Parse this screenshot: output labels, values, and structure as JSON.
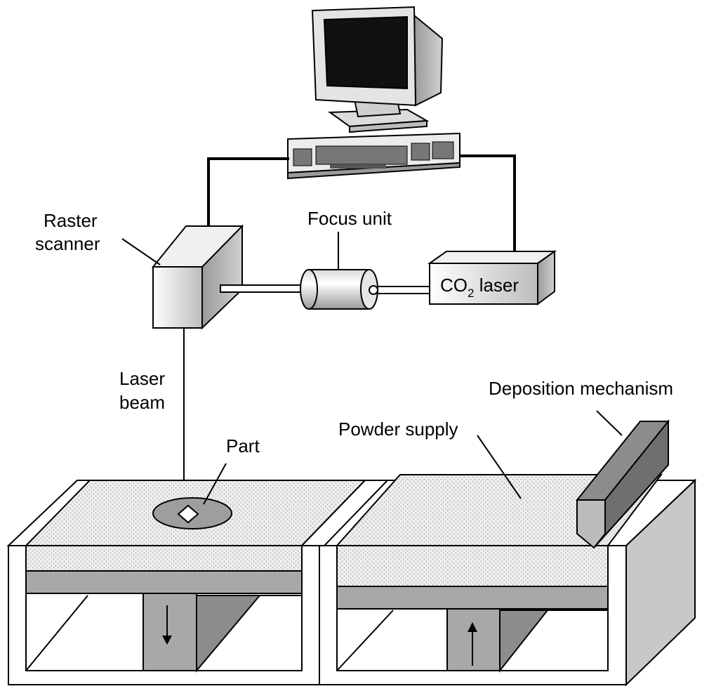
{
  "labels": {
    "raster_scanner_line1": "Raster",
    "raster_scanner_line2": "scanner",
    "focus_unit": "Focus unit",
    "co2_laser_prefix": "CO",
    "co2_laser_subscript": "2",
    "co2_laser_suffix": " laser",
    "laser_beam_line1": "Laser",
    "laser_beam_line2": "beam",
    "part": "Part",
    "powder_supply": "Powder supply",
    "deposition_mechanism": "Deposition mechanism"
  },
  "colors": {
    "outline": "#000000",
    "box_light": "#f2f2f2",
    "box_mid": "#bdbdbd",
    "box_dark": "#8c8c8c",
    "powder": "#e6e6e6",
    "platform": "#a8a8a8",
    "part_disc": "#9e9e9e",
    "screen": "#111111"
  }
}
